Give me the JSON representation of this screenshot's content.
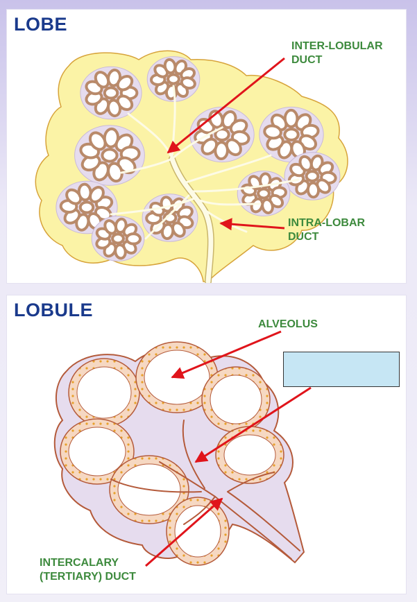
{
  "lobe": {
    "title": "LOBE",
    "labels": {
      "inter_lobular": [
        "INTER-LOBULAR",
        "DUCT"
      ],
      "intra_lobar": [
        "INTRA-LOBAR",
        "DUCT"
      ]
    }
  },
  "lobule": {
    "title": "LOBULE",
    "labels": {
      "alveolus": "ALVEOLUS",
      "intercalary": [
        "INTERCALARY",
        "(TERTIARY) DUCT"
      ]
    },
    "answer_box": ""
  },
  "colors": {
    "title": "#1a3a8c",
    "label": "#3d8a3d",
    "arrow": "#e0141b",
    "lobe_fill": "#fbf3a6",
    "lobe_outline": "#d7a33a",
    "lobule_outline": "#b45a3a",
    "alveolus_fill": "#f6d8c2",
    "stroma_fill": "#e6dcee",
    "answer_box_fill": "#c6e6f4"
  }
}
